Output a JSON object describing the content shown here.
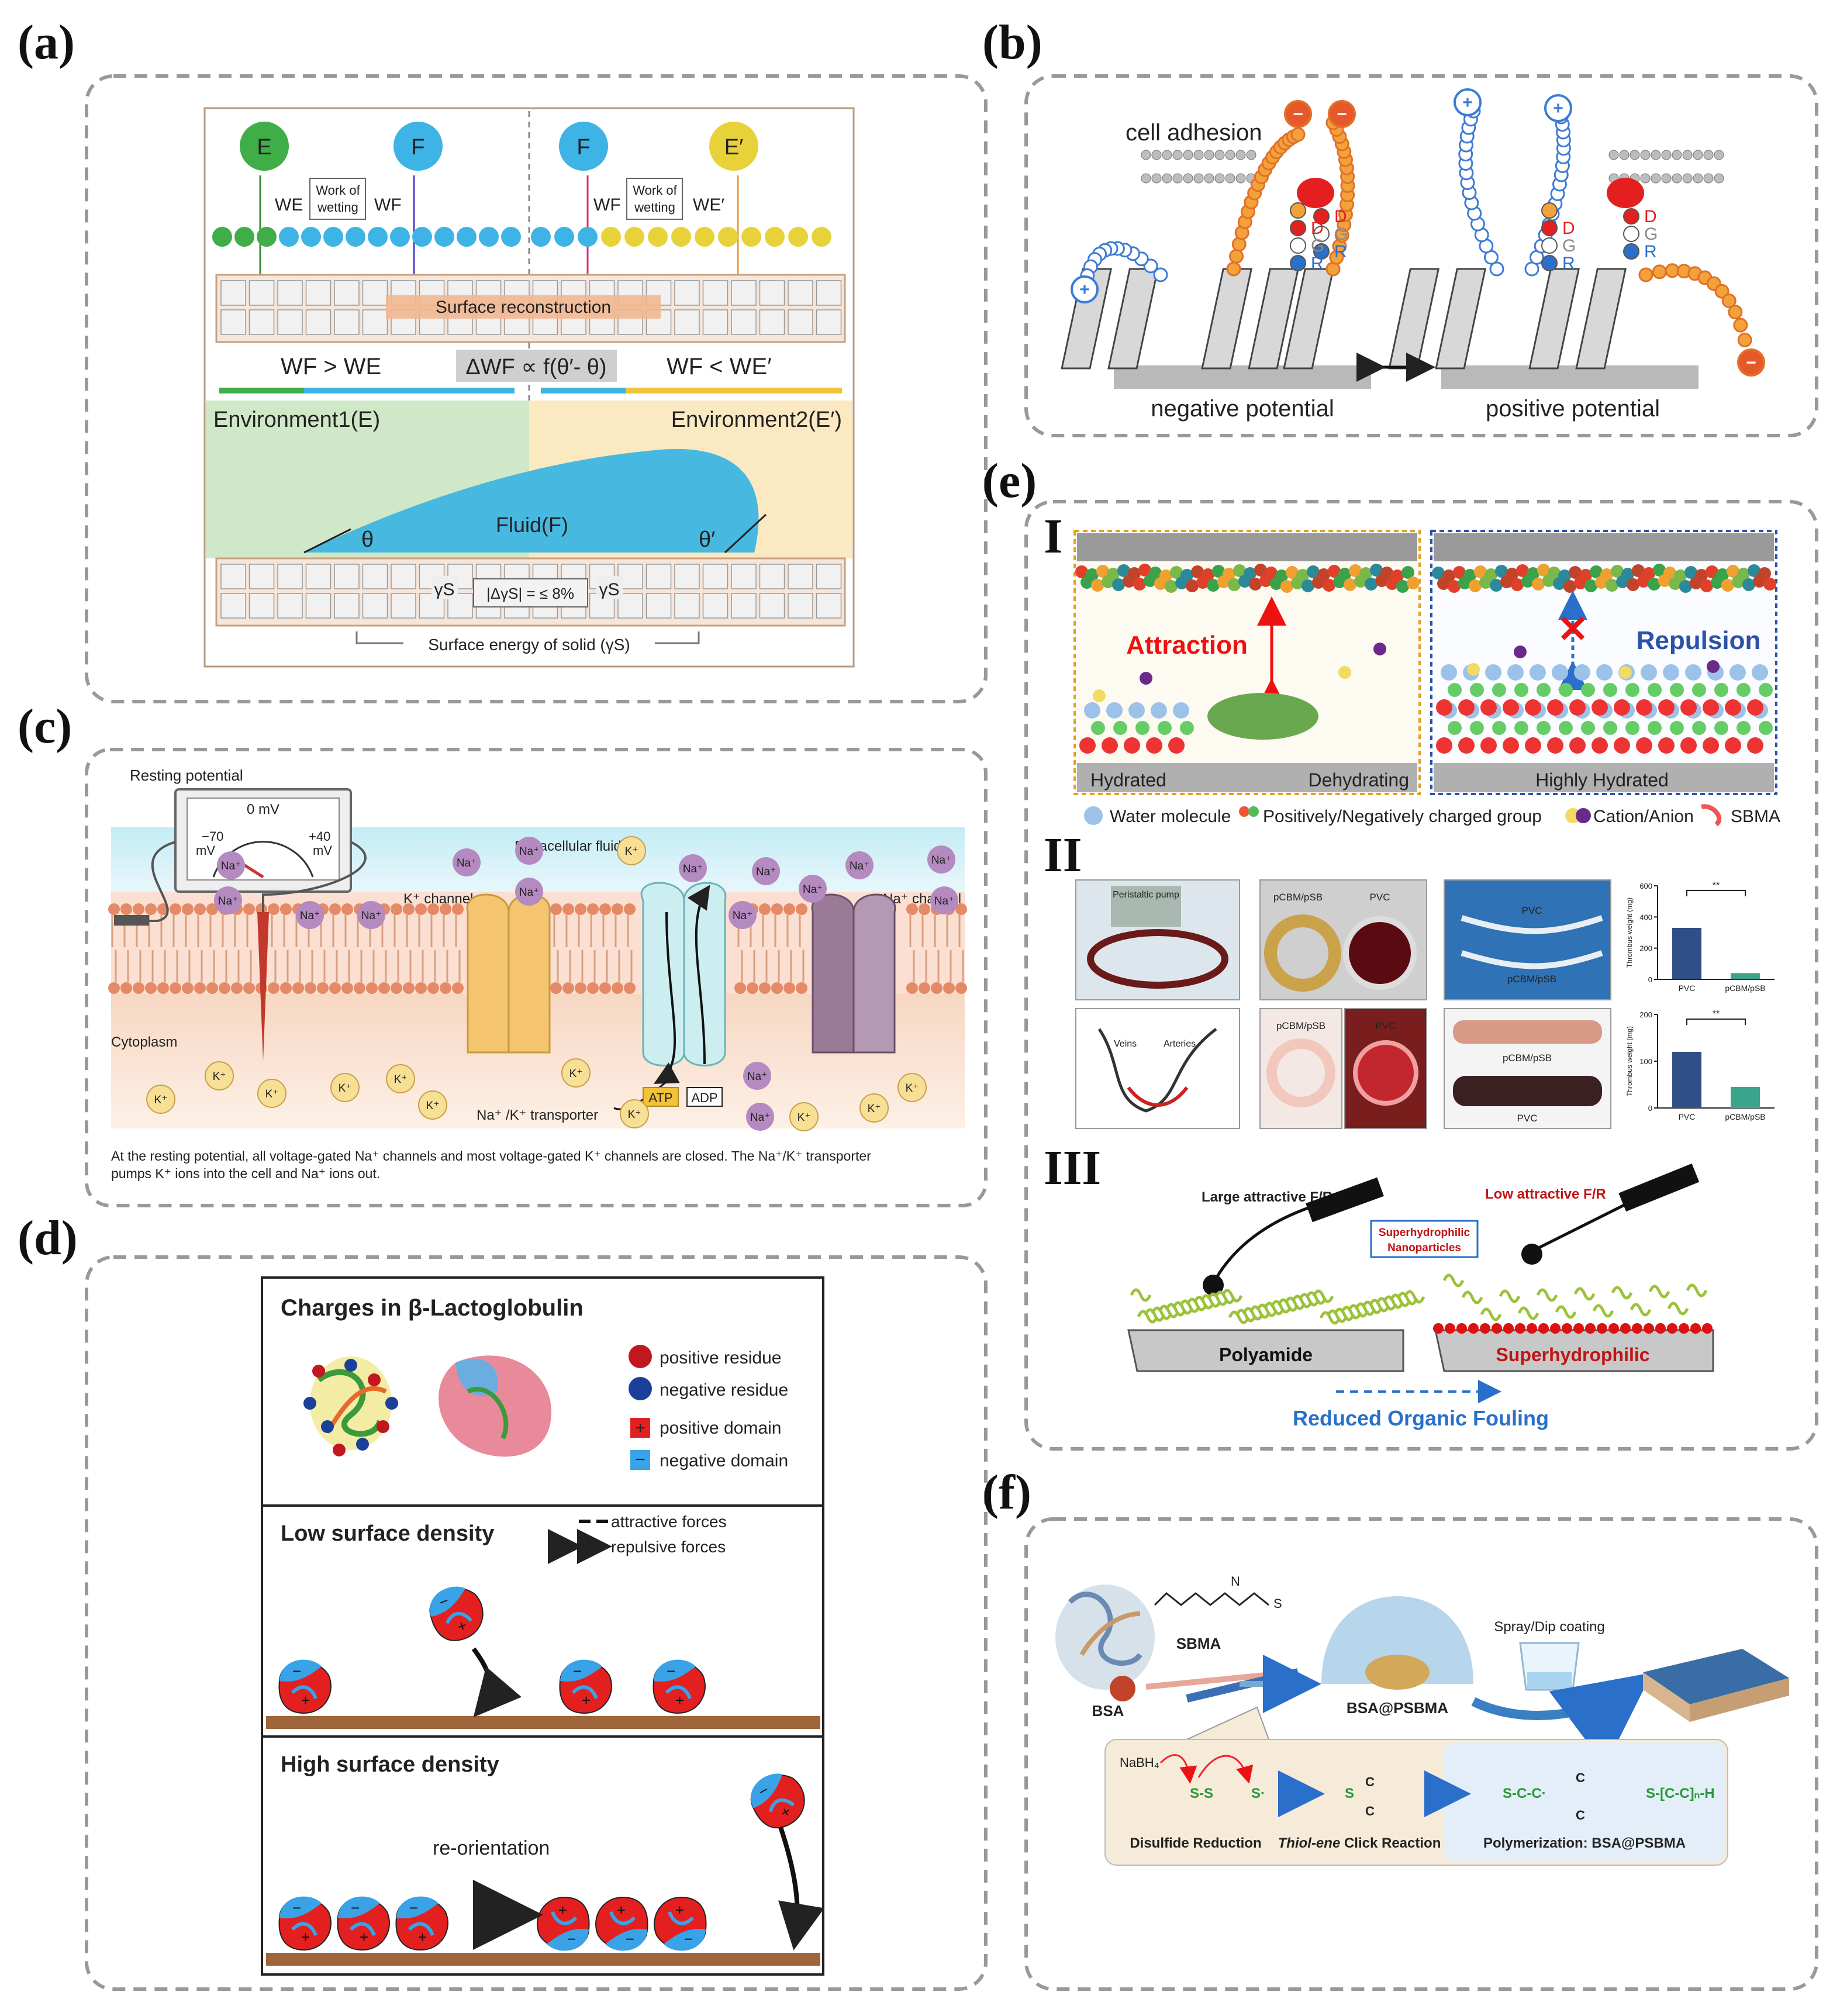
{
  "panels": {
    "a": {
      "label": "(a)",
      "bubble_e": "E",
      "bubble_f1": "F",
      "bubble_f2": "F",
      "bubble_e2": "E′",
      "we": "WE",
      "wf1": "WF",
      "wf2": "WF",
      "we2": "WE′",
      "work_wetting_1": "Work of wetting",
      "work_wetting_2": "Work of wetting",
      "surface_recon": "Surface  reconstruction",
      "ineq_left": "WF > WE",
      "delta": "ΔWF ∝ f(θ′- θ)",
      "ineq_right": "WF < WE′",
      "env1": "Environment1(E)",
      "env2": "Environment2(E′)",
      "fluid": "Fluid(F)",
      "theta": "θ",
      "theta2": "θ′",
      "gamma_d": "γSd",
      "gamma_p": "γSp",
      "delta_gamma": "|ΔγS| = ≤ 8%",
      "surface_energy": "Surface energy of solid (γS)"
    },
    "b": {
      "label": "(b)",
      "cell_adhesion": "cell adhesion",
      "d": "D",
      "g": "G",
      "r": "R",
      "neg_potential": "negative potential",
      "pos_potential": "positive potential"
    },
    "c": {
      "label": "(c)",
      "resting": "Resting potential",
      "mv0": "0 mV",
      "mv_minus": "−70",
      "mv_minus_unit": "mV",
      "mv_plus": "+40",
      "mv_plus_unit": "mV",
      "extracellular": "Extracellular fluid",
      "k_channel": "K⁺ channel",
      "na_channel": "Na⁺ channel",
      "cytoplasm": "Cytoplasm",
      "transporter": "Na⁺ /K⁺ transporter",
      "atp": "ATP",
      "adp": "ADP",
      "na": "Na⁺",
      "k": "K⁺",
      "caption1": "At the resting potential, all voltage-gated Na⁺ channels and most voltage-gated K⁺ channels are closed. The Na⁺/K⁺ transporter",
      "caption2": "pumps K⁺ ions into the cell and Na⁺ ions out."
    },
    "d": {
      "label": "(d)",
      "title": "Charges in β-Lactoglobulin",
      "pos_res": "positive residue",
      "neg_res": "negative residue",
      "pos_dom": "positive domain",
      "neg_dom": "negative domain",
      "low": "Low surface density",
      "attractive": "attractive forces",
      "repulsive": "repulsive forces",
      "high": "High surface density",
      "reorient": "re-orientation"
    },
    "e": {
      "label": "(e)",
      "I": "I",
      "II": "II",
      "III": "III",
      "attraction": "Attraction",
      "repulsion": "Repulsion",
      "hydrated": "Hydrated",
      "dehydrating": "Dehydrating",
      "highly_hydrated": "Highly Hydrated",
      "legend_water": "Water molecule",
      "legend_charged": "Positively/Negatively charged group",
      "legend_ion": "Cation/Anion",
      "legend_sbma": "SBMA",
      "pump": "Peristaltic pump",
      "pcbm": "pCBM/pSB",
      "pvc": "PVC",
      "veins": "Veins",
      "arteries": "Arteries",
      "thrombus": "Thrombus weight (mg)",
      "sig": "**",
      "large_fr": "Large attractive F/R",
      "low_fr": "Low attractive F/R",
      "nano1": "Superhydrophilic",
      "nano2": "Nanoparticles",
      "polyamide": "Polyamide",
      "superhydrophilic": "Superhydrophilic",
      "reduced": "Reduced Organic Fouling"
    },
    "f": {
      "label": "(f)",
      "sbma": "SBMA",
      "bsa": "BSA",
      "bsa_psbma": "BSA@PSBMA",
      "spray": "Spray/Dip coating",
      "nabh4": "NaBH₄",
      "disulfide": "Disulfide Reduction",
      "thiol": "Thiol-ene",
      "click": " Click Reaction",
      "polym": "Polymerization: BSA@PSBMA",
      "ss": "S-S",
      "s_dot": "S·",
      "scc": "S-C-C·",
      "sccn": "S-[C-C]ₙ-H",
      "c": "C"
    }
  },
  "chart_data": [
    {
      "type": "bar",
      "categories": [
        "PVC",
        "pCBM/pSB"
      ],
      "values": [
        330,
        40
      ],
      "ylabel": "Thrombus weight (mg)",
      "ylim": [
        0,
        600
      ],
      "yticks": [
        0,
        200,
        400,
        600
      ],
      "annotation": "**",
      "colors": [
        "#2f4f86",
        "#3aa58a"
      ]
    },
    {
      "type": "bar",
      "categories": [
        "PVC",
        "pCBM/pSB"
      ],
      "values": [
        120,
        45
      ],
      "ylabel": "Thrombus weight (mg)",
      "ylim": [
        0,
        200
      ],
      "yticks": [
        0,
        100,
        200
      ],
      "annotation": "**",
      "colors": [
        "#2f4f86",
        "#3aa58a"
      ]
    }
  ],
  "colors": {
    "green": "#3fae48",
    "blue": "#3db3e6",
    "yellow": "#e8d23a",
    "pink": "#e0287a",
    "fluid": "#47b9e0",
    "env1": "#cfe8c7",
    "env2": "#fbe9c2",
    "membrane": "#e9b08a",
    "protein_red": "#d8262c",
    "protein_blue": "#2b7fd0"
  }
}
